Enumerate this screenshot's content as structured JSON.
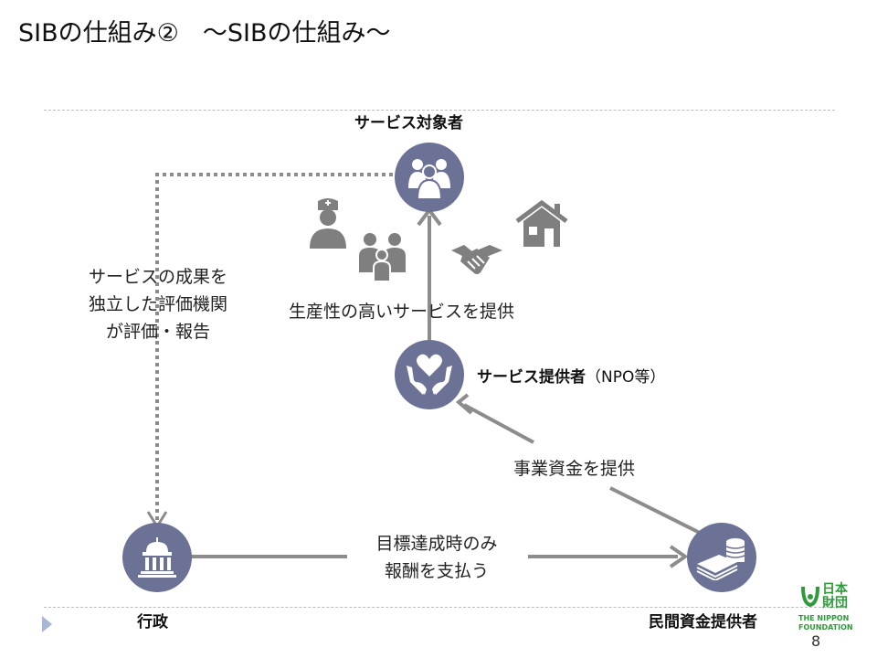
{
  "slide": {
    "title_part1": "SIBの仕組み②",
    "title_part2": "～SIBの仕組み～",
    "page_number": "8"
  },
  "nodes": {
    "target": {
      "label": "サービス対象者",
      "icon": "people-group-icon"
    },
    "provider": {
      "label": "サービス提供者",
      "suffix": "（NPO等）",
      "icon": "hands-heart-icon"
    },
    "government": {
      "label": "行政",
      "icon": "government-building-icon"
    },
    "investor": {
      "label": "民間資金提供者",
      "icon": "money-stack-icon"
    }
  },
  "edges": {
    "evaluation": {
      "line1": "サービスの成果を",
      "line2": "独立した評価機関",
      "line3": "が評価・報告"
    },
    "service": {
      "label": "生産性の高いサービスを提供"
    },
    "funding": {
      "label": "事業資金を提供"
    },
    "payment": {
      "line1": "目標達成時のみ",
      "line2": "報酬を支払う"
    }
  },
  "decorations": [
    "nurse-icon",
    "family-icon",
    "handshake-icon",
    "house-icon"
  ],
  "logo": {
    "kanji_line1": "日本",
    "kanji_line2": "財団",
    "en_line1": "THE NIPPON",
    "en_line2": "FOUNDATION"
  },
  "colors": {
    "node_fill": "#6c7296",
    "arrow": "#8c8c8c",
    "icon_gray": "#7f7f7f",
    "logo_green": "#2e9a3a"
  }
}
